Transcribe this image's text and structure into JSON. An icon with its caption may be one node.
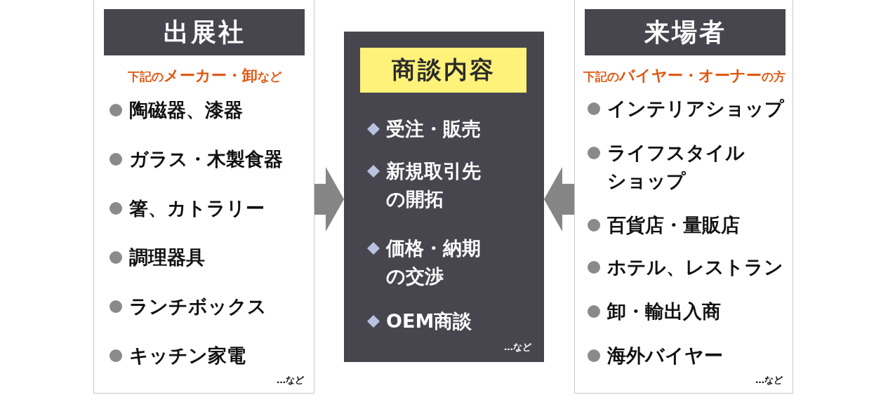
{
  "diagram": {
    "nodes": [
      {
        "text": [
          "下記の**メーカー・卸**など",
          "陶磁器、漆器",
          "ガラス・木製食器",
          "箸、カトラリー",
          "調理器具",
          "ランチボックス",
          "キッチン家電",
          "…など"
        ]
      },
      {
        "text": [
          "出展社"
        ],
        "in": 0
      },
      {
        "text": [
          "受注・販売",
          "新規取引先の開拓",
          "価格・納期の交渉",
          "OEM商談",
          "…など"
        ]
      },
      {
        "text": [
          "商談内容"
        ],
        "in": 2
      },
      {
        "text": [
          "下記の**バイヤー・オーナー**の方",
          "インテリアショップ",
          "ライフスタイルショップ",
          "百貨店・量販店",
          "ホテル、レストラン",
          "卸・輸出入商",
          "海外バイヤー",
          "…など"
        ]
      },
      {
        "text": [
          "来場者"
        ],
        "in": 4
      }
    ],
    "edges": [
      {
        "from": 0,
        "to": 2,
        "arrow": "to",
        "color": "#858585"
      },
      {
        "from": 4,
        "to": 2,
        "arrow": "to",
        "color": "#858585"
      }
    ]
  }
}
